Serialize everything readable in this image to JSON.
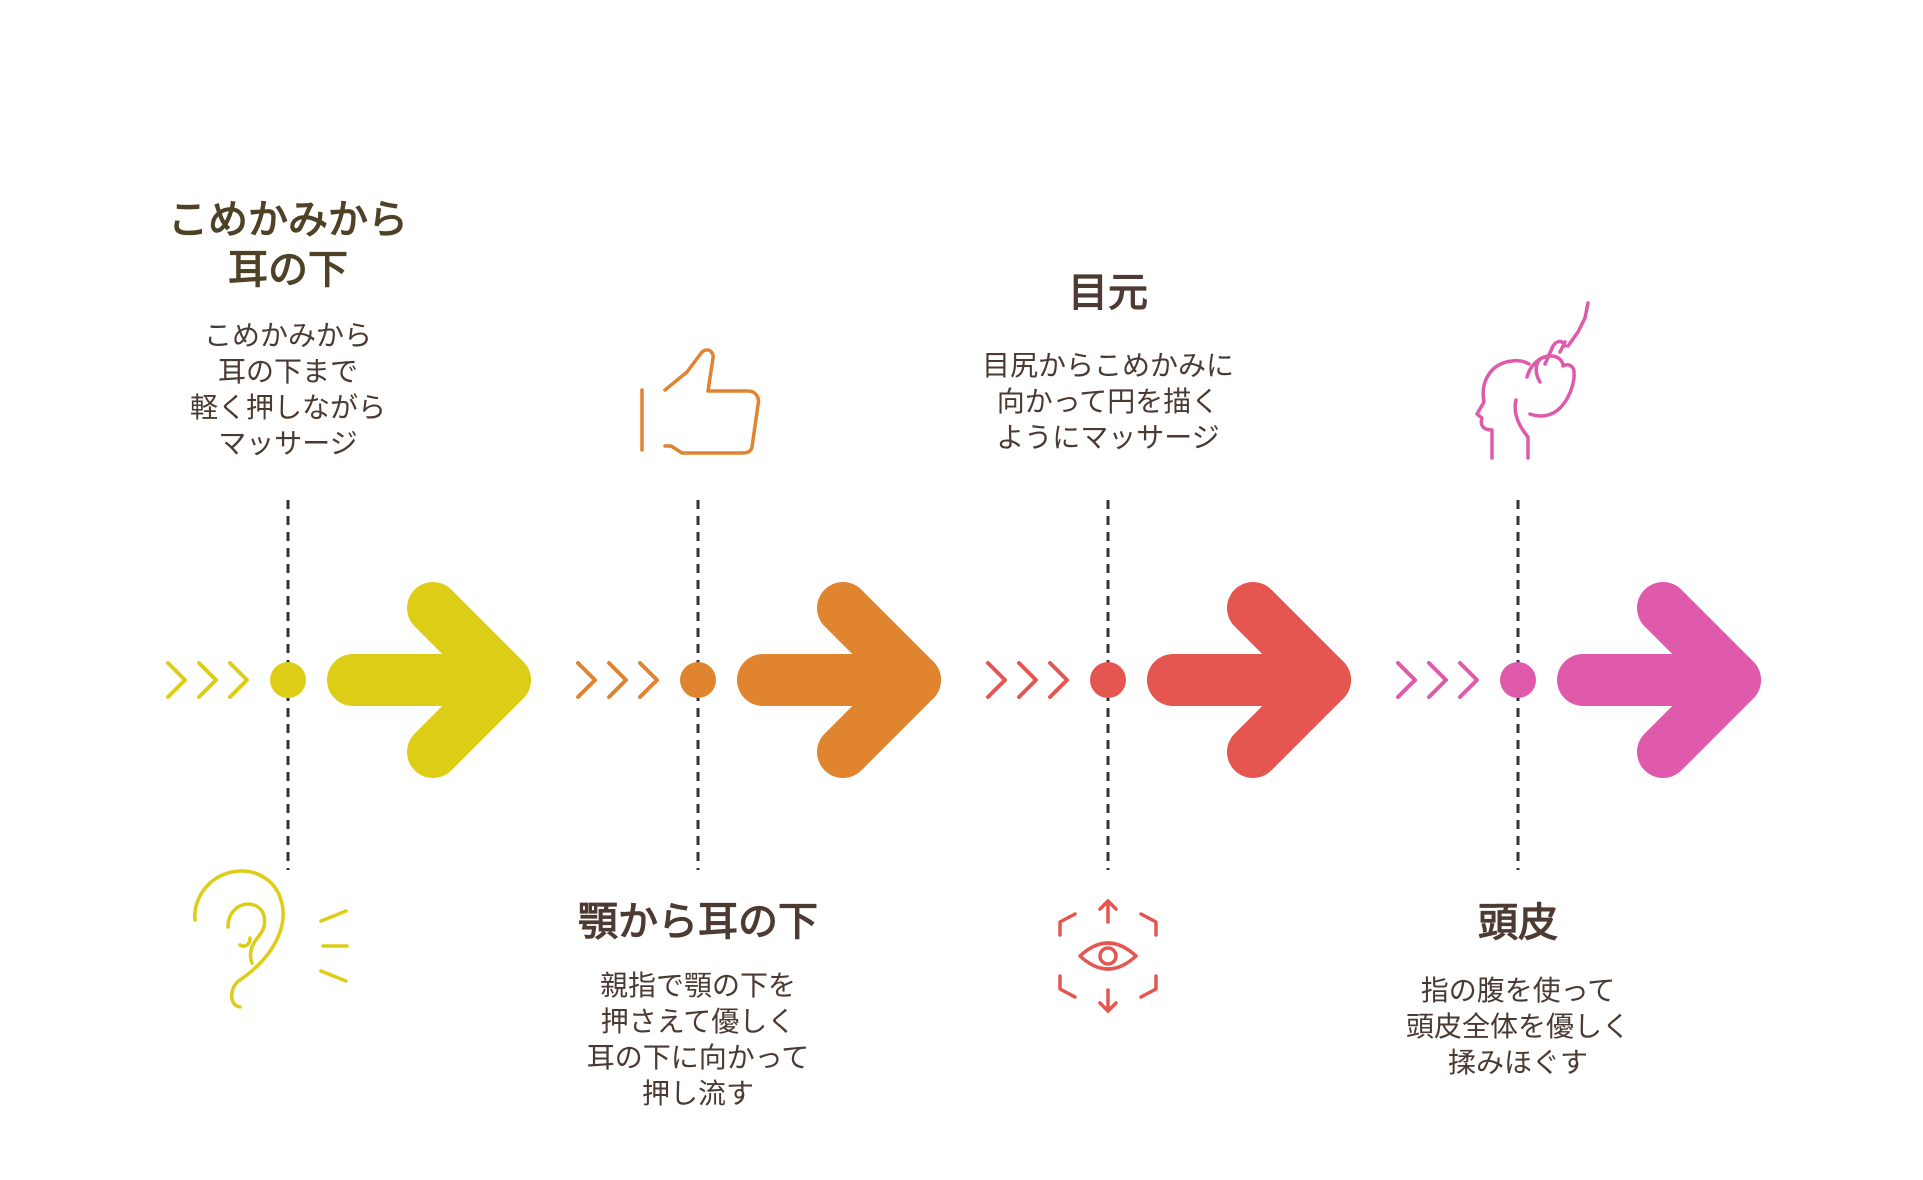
{
  "steps": [
    {
      "title": "こめかみから\n耳の下",
      "description": "こめかみから\n耳の下まで\n軽く押しながら\nマッサージ",
      "color": "#DECD16",
      "title_color": "#4D4226",
      "icon": "ear-icon",
      "text_position": "top"
    },
    {
      "title": "顎から耳の下",
      "description": "親指で顎の下を\n押さえて優しく\n耳の下に向かって\n押し流す",
      "color": "#E08430",
      "title_color": "#4D3A32",
      "icon": "thumbs-up-icon",
      "text_position": "bottom"
    },
    {
      "title": "目元",
      "description": "目尻からこめかみに\n向かって円を描く\nようにマッサージ",
      "color": "#E55650",
      "title_color": "#4D3A32",
      "icon": "eye-focus-icon",
      "text_position": "top"
    },
    {
      "title": "頭皮",
      "description": "指の腹を使って\n頭皮全体を優しく\n揉みほぐす",
      "color": "#DF5AAB",
      "title_color": "#4D3A32",
      "icon": "head-massage-icon",
      "text_position": "bottom"
    }
  ]
}
